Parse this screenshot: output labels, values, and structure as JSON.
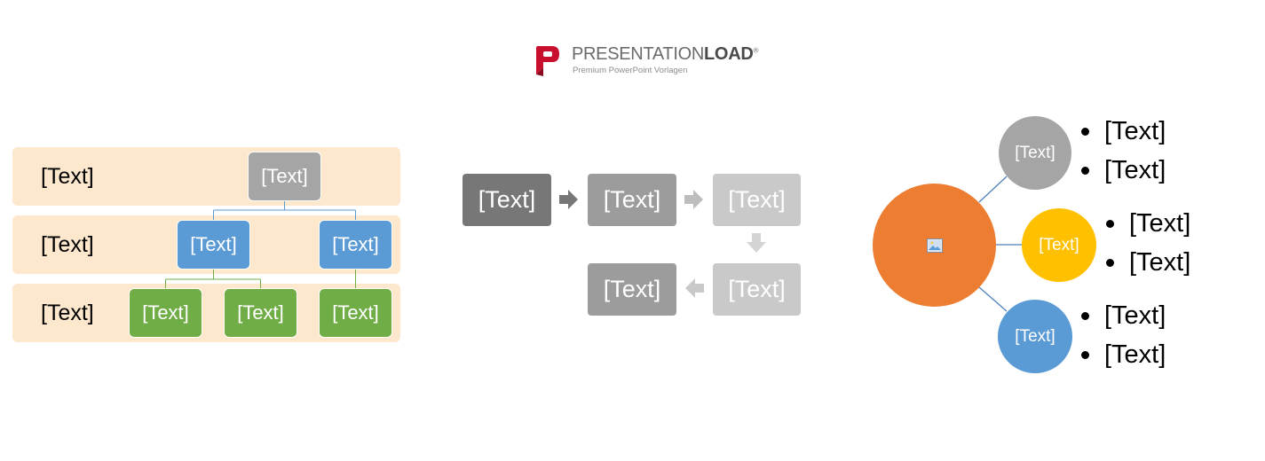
{
  "logo": {
    "brand_regular": "PRESENTATION",
    "brand_bold": "LOAD",
    "registered": "®",
    "tagline": "Premium PowerPoint Vorlagen"
  },
  "hierarchy": {
    "rows": [
      "[Text]",
      "[Text]",
      "[Text]"
    ],
    "top": "[Text]",
    "middle": [
      "[Text]",
      "[Text]"
    ],
    "bottom": [
      "[Text]",
      "[Text]",
      "[Text]"
    ]
  },
  "process": {
    "steps": [
      "[Text]",
      "[Text]",
      "[Text]",
      "[Text]",
      "[Text]"
    ]
  },
  "radial": {
    "center_icon": "picture-icon",
    "satellites": [
      {
        "label": "[Text]",
        "color": "#a5a5a5",
        "bullets": [
          "[Text]",
          "[Text]"
        ]
      },
      {
        "label": "[Text]",
        "color": "#ffc000",
        "bullets": [
          "[Text]",
          "[Text]"
        ]
      },
      {
        "label": "[Text]",
        "color": "#5b9bd5",
        "bullets": [
          "[Text]",
          "[Text]"
        ]
      }
    ],
    "center_color": "#ed7d31"
  },
  "colors": {
    "band": "#fde7cd",
    "grey": "#a5a5a5",
    "blue": "#5b9bd5",
    "green": "#70ad47",
    "logo_red": "#c8102e"
  }
}
